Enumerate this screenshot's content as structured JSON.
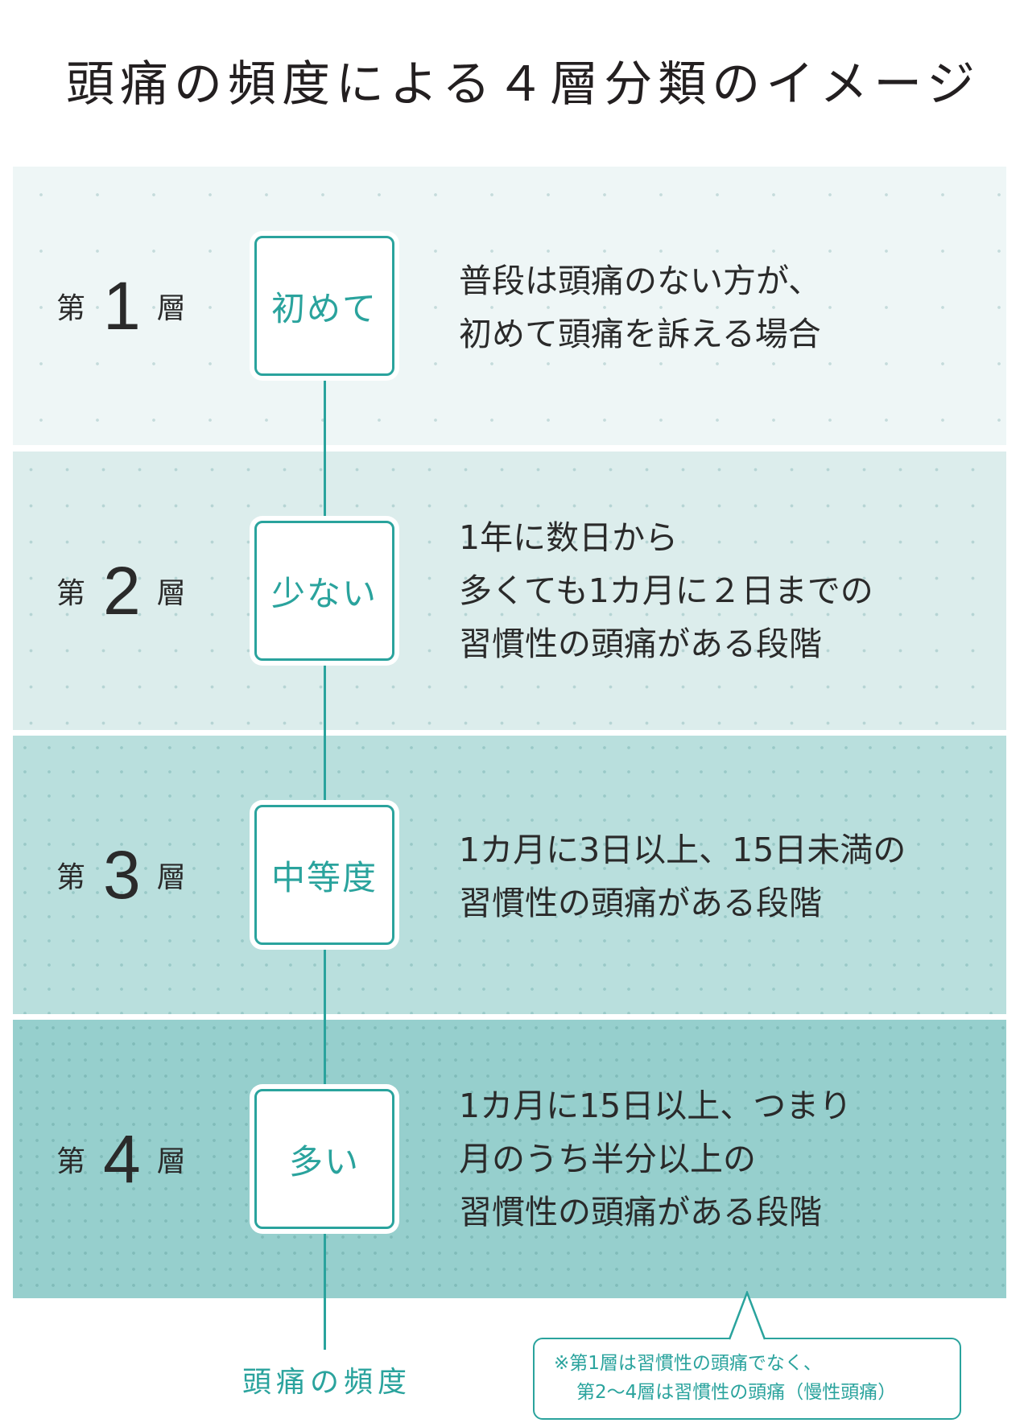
{
  "title": "頭痛の頻度による４層分類のイメージ",
  "colors": {
    "accent": "#2aa39d",
    "band1": "#eef6f6",
    "band2": "#dcedec",
    "band3": "#b9dfdd",
    "band4": "#96cfcd"
  },
  "layers": [
    {
      "prefix": "第",
      "number": "1",
      "suffix": "層",
      "label": "初めて",
      "description": [
        "普段は頭痛のない方が、",
        "初めて頭痛を訴える場合"
      ]
    },
    {
      "prefix": "第",
      "number": "2",
      "suffix": "層",
      "label": "少ない",
      "description": [
        "1年に数日から",
        "多くても1カ月に２日までの",
        "習慣性の頭痛がある段階"
      ]
    },
    {
      "prefix": "第",
      "number": "3",
      "suffix": "層",
      "label": "中等度",
      "description": [
        "1カ月に3日以上、15日未満の",
        "習慣性の頭痛がある段階"
      ]
    },
    {
      "prefix": "第",
      "number": "4",
      "suffix": "層",
      "label": "多い",
      "description": [
        "1カ月に15日以上、つまり",
        "月のうち半分以上の",
        "習慣性の頭痛がある段階"
      ]
    }
  ],
  "axis_label": "頭痛の頻度",
  "note": [
    "※第1層は習慣性の頭痛でなく、",
    "第2〜4層は習慣性の頭痛（慢性頭痛）"
  ]
}
